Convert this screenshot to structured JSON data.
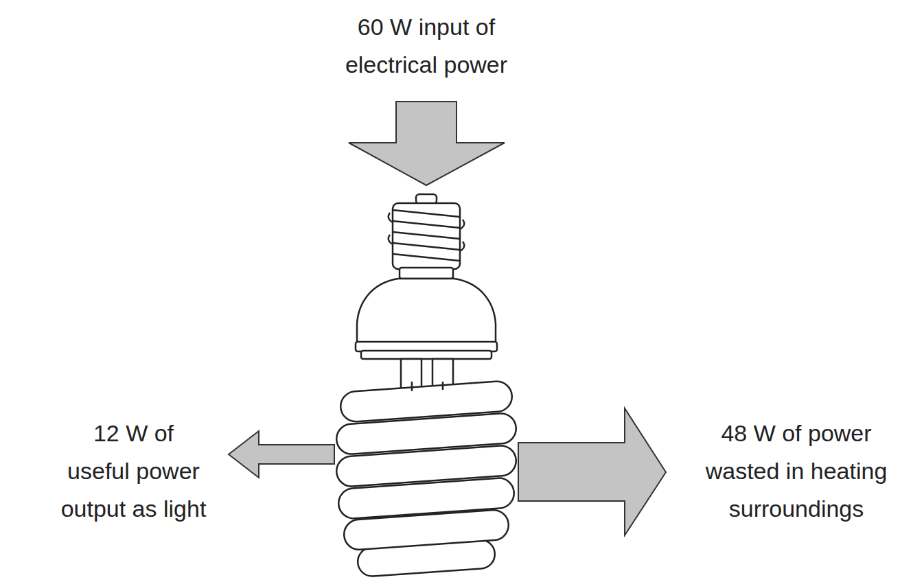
{
  "diagram": {
    "labels": [
      "60 W input of electrical power",
      "12 W of useful power output as light",
      "48 W of power wasted in heating surroundings"
    ]
  }
}
